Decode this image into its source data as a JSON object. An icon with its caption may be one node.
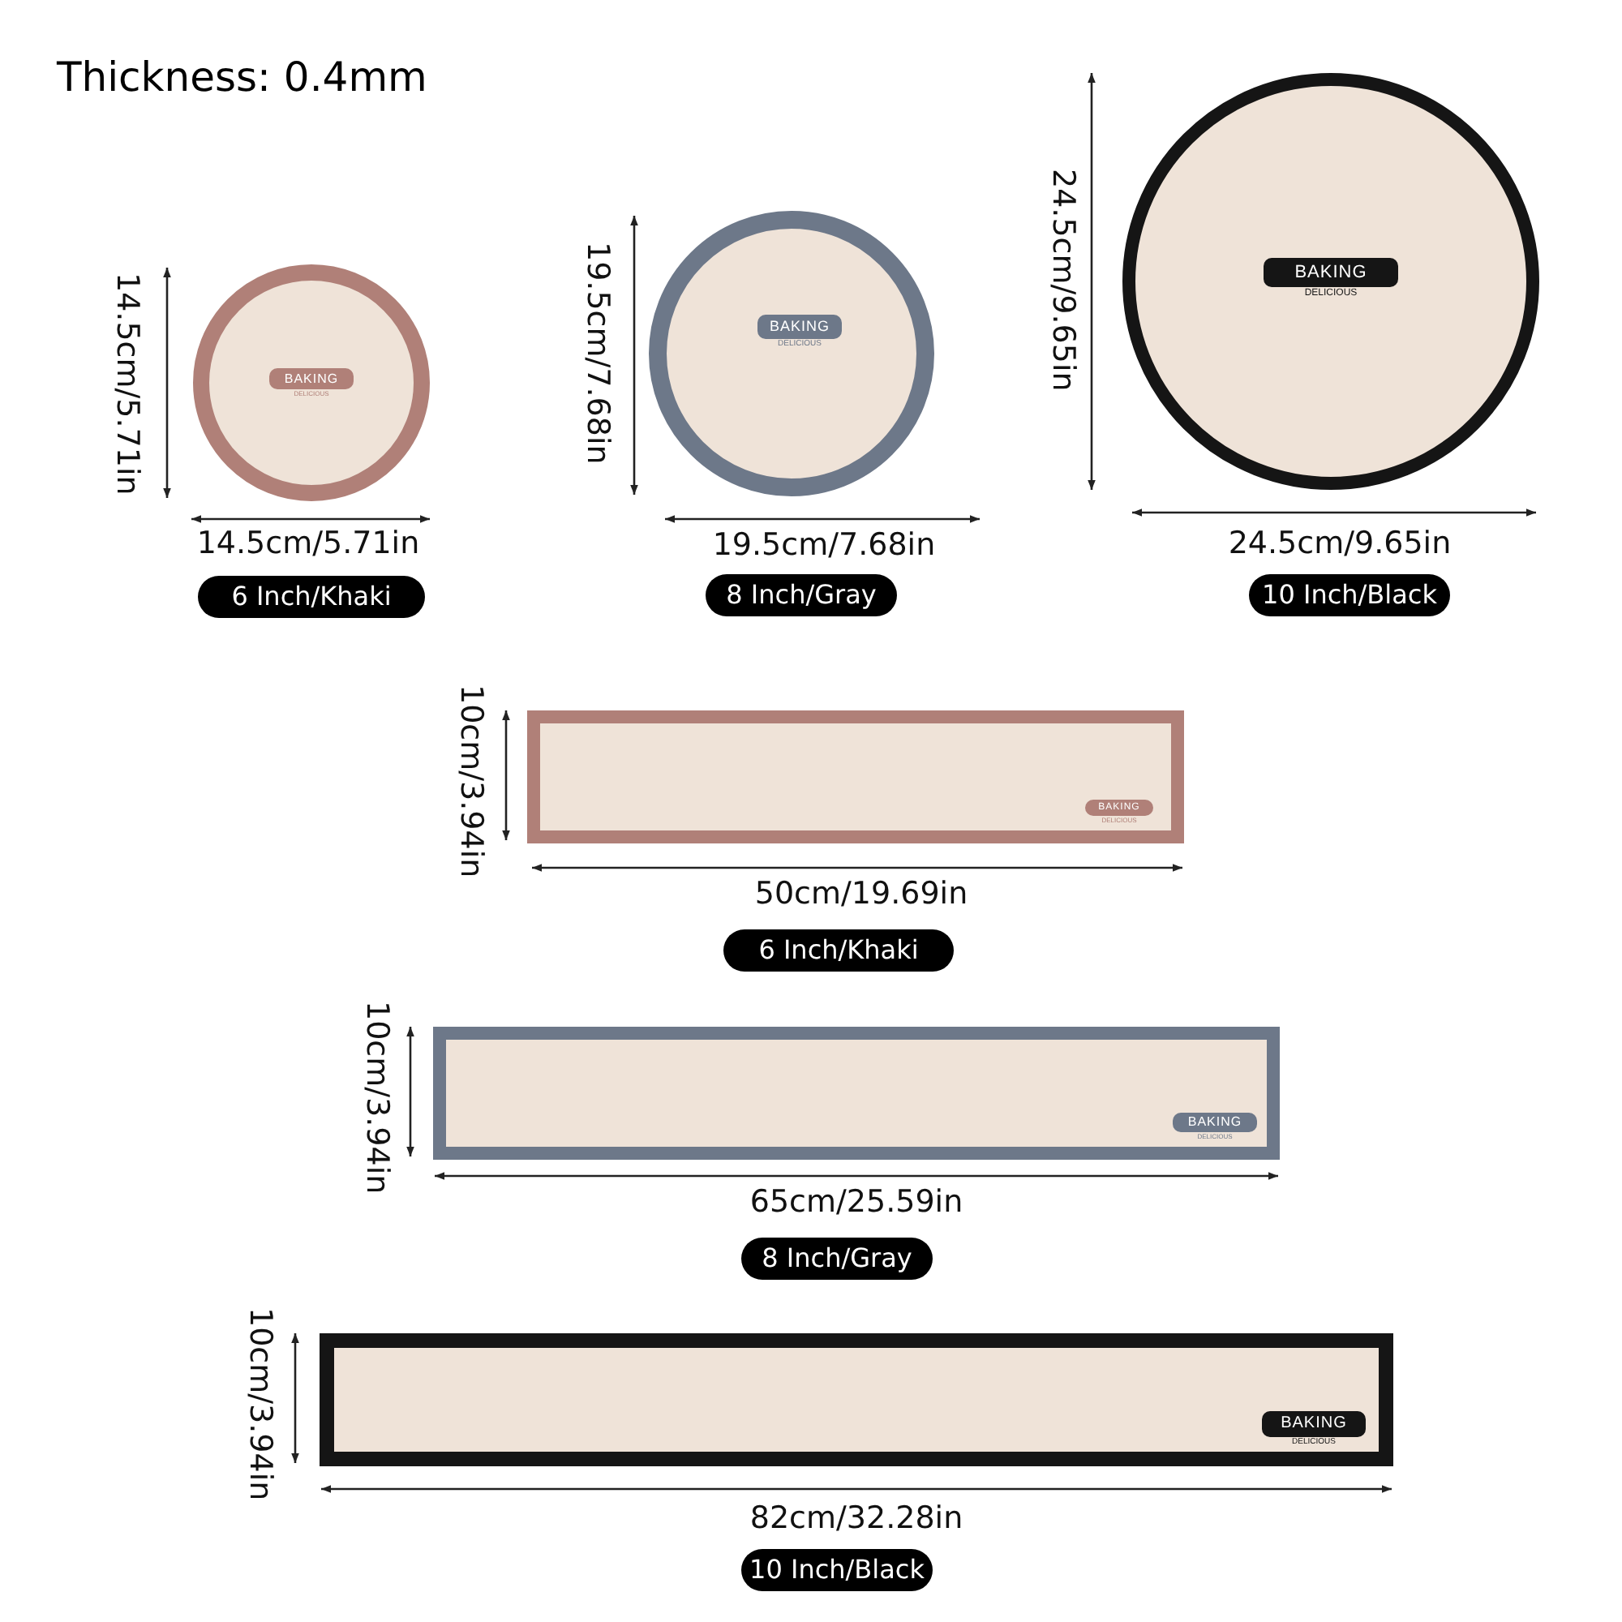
{
  "diagram": {
    "title": "Thickness: 0.4mm",
    "nodes": [
      {
        "text": [
          "BAKING",
          "DELICIOUS"
        ]
      },
      {
        "text": [
          "BAKING",
          "DELICIOUS"
        ]
      },
      {
        "text": [
          "BAKING",
          "DELICIOUS"
        ]
      },
      {
        "text": [
          "BAKING",
          "DELICIOUS"
        ]
      },
      {
        "text": [
          "BAKING",
          "DELICIOUS"
        ]
      },
      {
        "text": [
          "BAKING",
          "DELICIOUS"
        ]
      }
    ],
    "labels": [
      "14.5cm/5.71in",
      "14.5cm/5.71in",
      "6 Inch/Khaki",
      "19.5cm/7.68in",
      "19.5cm/7.68in",
      "8 Inch/Gray",
      "24.5cm/9.65in",
      "24.5cm/9.65in",
      "10 Inch/Black",
      "10cm/3.94in",
      "50cm/19.69in",
      "6 Inch/Khaki",
      "10cm/3.94in",
      "65cm/25.59in",
      "8 Inch/Gray",
      "10cm/3.94in",
      "82cm/32.28in",
      "10 Inch/Black"
    ]
  }
}
